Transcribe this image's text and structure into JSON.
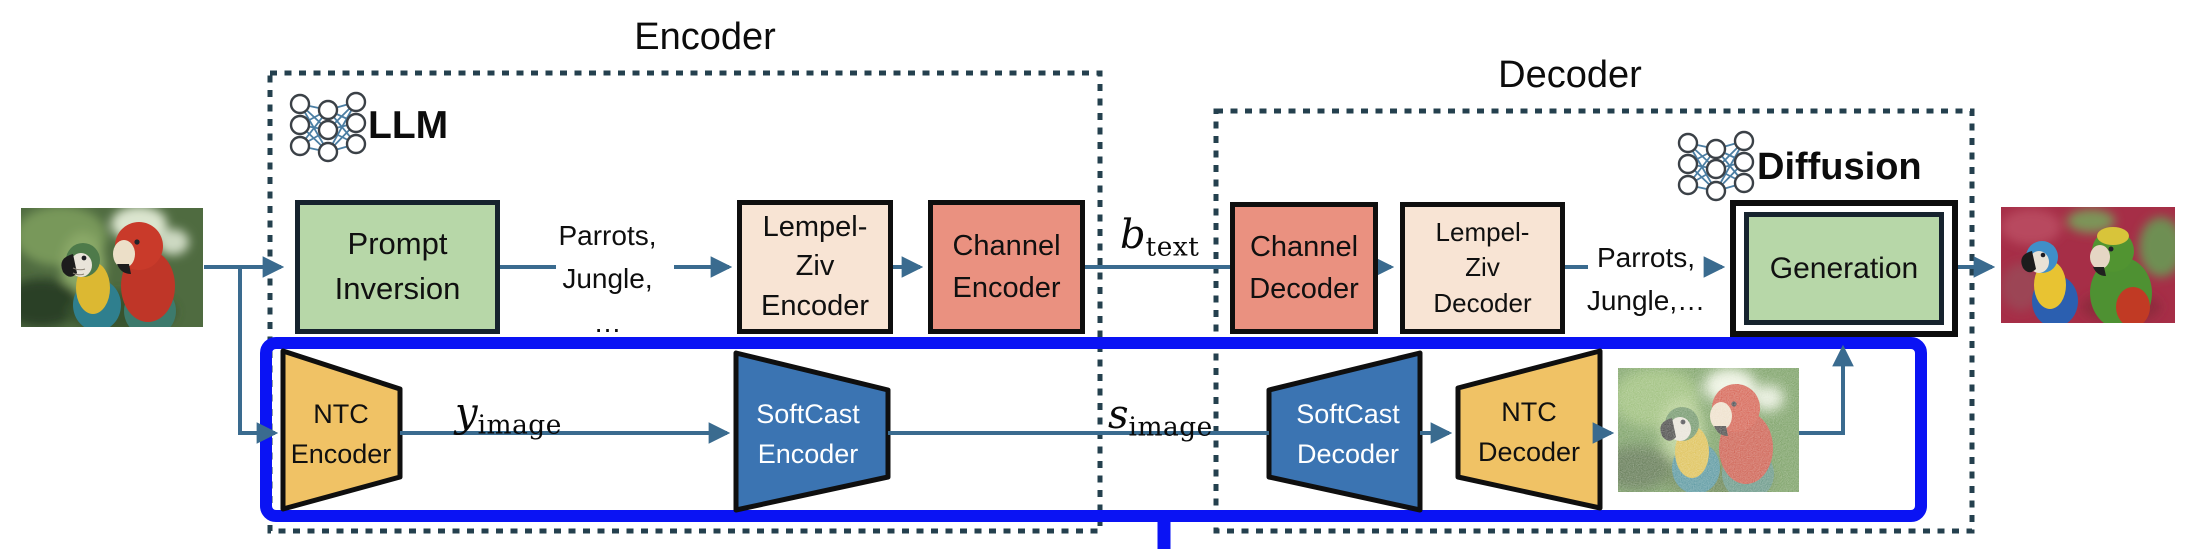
{
  "titles": {
    "encoder": "Encoder",
    "decoder": "Decoder"
  },
  "model_labels": {
    "llm": "LLM",
    "diffusion": "Diffusion"
  },
  "icons": {
    "llm": "neural-network-icon",
    "diffusion": "neural-network-icon"
  },
  "images": {
    "source": "original-parrots-photo",
    "reconstructed": "noisy-reconstructed-parrots-photo",
    "generated": "generated-parrots-photo"
  },
  "boxes": {
    "prompt_inversion": {
      "line1": "Prompt",
      "line2": "Inversion"
    },
    "lz_encoder": {
      "line1": "Lempel-",
      "line2": "Ziv",
      "line3": "Encoder"
    },
    "channel_encoder": {
      "line1": "Channel",
      "line2": "Encoder"
    },
    "channel_decoder": {
      "line1": "Channel",
      "line2": "Decoder"
    },
    "lz_decoder": {
      "line1": "Lempel-",
      "line2": "Ziv",
      "line3": "Decoder"
    },
    "generation": {
      "line1": "Generation"
    },
    "ntc_encoder": {
      "line1": "NTC",
      "line2": "Encoder"
    },
    "softcast_encoder": {
      "line1": "SoftCast",
      "line2": "Encoder"
    },
    "softcast_decoder": {
      "line1": "SoftCast",
      "line2": "Decoder"
    },
    "ntc_decoder": {
      "line1": "NTC",
      "line2": "Decoder"
    }
  },
  "annotations": {
    "prompt_out": {
      "line1": "Parrots,",
      "line2": "Jungle,",
      "line3": "…"
    },
    "prompt_recovered": {
      "line1": "Parrots,",
      "line2": "Jungle,…"
    }
  },
  "signals": {
    "b_text": {
      "var": "b",
      "sub": "text"
    },
    "y_image": {
      "var": "y",
      "sub": "image"
    },
    "s_image": {
      "var": "s",
      "sub": "image"
    }
  },
  "colors": {
    "box_green": "#b7d7a8",
    "box_cream": "#f8e4d4",
    "box_salmon": "#ea9180",
    "trapezoid_gold": "#f0c265",
    "trapezoid_blue": "#3b74b2",
    "analog_path_blue": "#0a13f4",
    "arrow_steel": "#3a6b8f",
    "dotted_border": "#24404e",
    "box_border_dark": "#16232e"
  }
}
